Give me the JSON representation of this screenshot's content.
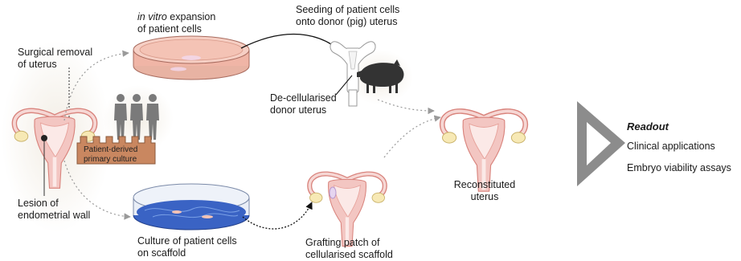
{
  "labels": {
    "surgical_removal": [
      "Surgical removal",
      "of uterus"
    ],
    "in_vitro_em": "in vitro",
    "in_vitro_rest": " expansion",
    "in_vitro_line2": "of patient cells",
    "seeding": [
      "Seeding of patient cells",
      "onto donor (pig) uterus"
    ],
    "decellularised": [
      "De-cellularised",
      "donor uterus"
    ],
    "patient_derived": [
      "Patient-derived",
      "primary culture"
    ],
    "lesion": [
      "Lesion of",
      "endometrial wall"
    ],
    "culture_scaffold": [
      "Culture of patient cells",
      "on scaffold"
    ],
    "grafting": [
      "Grafting patch of",
      "cellularised scaffold"
    ],
    "reconstituted": [
      "Reconstituted",
      "uterus"
    ]
  },
  "readout": {
    "title": "Readout",
    "items": [
      "Clinical applications",
      "Embryo viability assays"
    ]
  },
  "colors": {
    "uterus_fill": "#f3c6c2",
    "uterus_stroke": "#d9847d",
    "petri_pink": "#f0b5a6",
    "scaffold_blue": "#3a63c4",
    "culture_box": "#c98760",
    "people_gray": "#7a7a7a",
    "triangle_gray": "#8c8c8c",
    "pig": "#333333"
  }
}
